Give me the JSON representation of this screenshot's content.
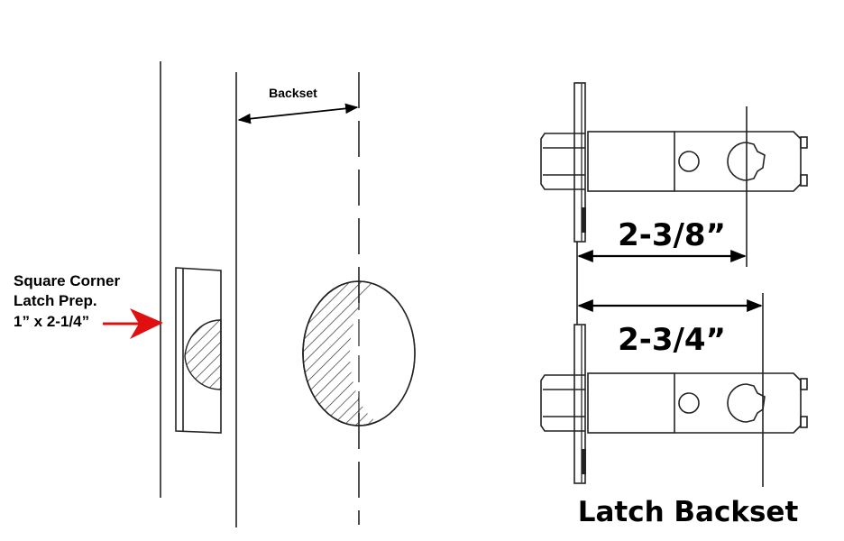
{
  "diagram": {
    "backset_label": "Backset",
    "latch_prep": {
      "line1": "Square Corner",
      "line2": "Latch Prep.",
      "line3": "1” x 2-1/4”"
    },
    "dimension_short": "2-3/8”",
    "dimension_long": "2-3/4”",
    "caption": "Latch Backset",
    "colors": {
      "arrow": "#e01010",
      "line": "#222222"
    }
  }
}
